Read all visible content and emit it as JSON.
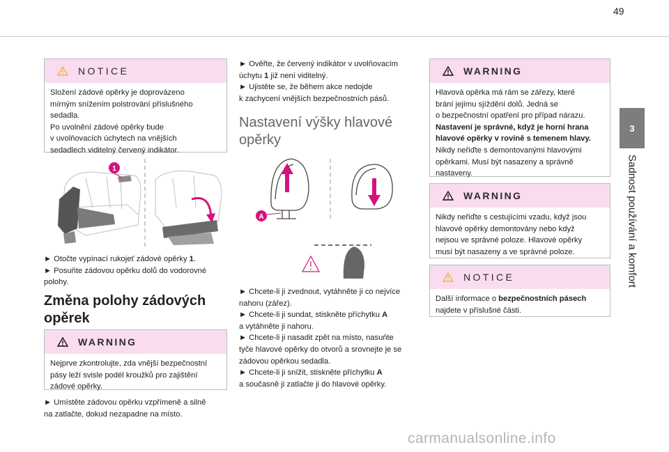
{
  "page": {
    "number": "49"
  },
  "chapter": {
    "tab": "3",
    "title": "Sadnost používání a komfort"
  },
  "col1": {
    "notice": {
      "title": "NOTICE",
      "lines": [
        "Složení zádové opěrky je doprovázeno",
        "mírným snížením polstrování příslušného",
        "sedadla.",
        "Po uvolnění zádové opěrky bude",
        "v uvolňovacích úchytech na vnějších",
        "sedadlech viditelný červený indikátor."
      ]
    },
    "figure_label": "1",
    "steps": [
      {
        "pre": "► Otočte vypínací rukojeť zádové opěrky ",
        "bold": "1",
        "post": "."
      },
      {
        "pre": "► Posuňte zádovou opěrku dolů do vodorovné",
        "bold": "",
        "post": ""
      },
      {
        "pre": "polohy.",
        "bold": "",
        "post": ""
      }
    ],
    "heading": [
      "Změna polohy zádových",
      "opěrek"
    ],
    "warning": {
      "title": "WARNING",
      "lines": [
        "Nejprve zkontrolujte, zda vnější bezpečnostní",
        "pásy leží svisle podél kroužků pro zajištění",
        "zádové opěrky."
      ]
    },
    "final_step": [
      "► Umístěte zádovou opěrku vzpřímeně a silně",
      "na zatlačte, dokud nezapadne na místo."
    ]
  },
  "col2": {
    "intro": [
      {
        "pre": "► Ověřte, že červený indikátor v uvolňovacím",
        "bold": "",
        "post": ""
      },
      {
        "pre": "úchytu ",
        "bold": "1",
        "post": " již není viditelný."
      },
      {
        "pre": "► Ujistěte se, že během akce nedojde",
        "bold": "",
        "post": ""
      },
      {
        "pre": "k zachycení vnějších bezpečnostních pásů.",
        "bold": "",
        "post": ""
      }
    ],
    "heading": [
      "Nastavení výšky hlavové",
      "opěrky"
    ],
    "figure_label": "A",
    "steps": [
      {
        "pre": "► Chcete-li ji zvednout, vytáhněte ji co nejvíce",
        "bold": "",
        "post": ""
      },
      {
        "pre": "nahoru (zářez).",
        "bold": "",
        "post": ""
      },
      {
        "pre": "► Chcete-li ji sundat, stiskněte příchytku ",
        "bold": "A",
        "post": ""
      },
      {
        "pre": "a vytáhněte ji nahoru.",
        "bold": "",
        "post": ""
      },
      {
        "pre": "► Chcete-li ji nasadit zpět na místo, nasuňte",
        "bold": "",
        "post": ""
      },
      {
        "pre": "tyče hlavové opěrky do otvorů a srovnejte je se",
        "bold": "",
        "post": ""
      },
      {
        "pre": "zádovou opěrkou sedadla.",
        "bold": "",
        "post": ""
      },
      {
        "pre": "► Chcete-li ji snížit, stiskněte příchytku ",
        "bold": "A",
        "post": ""
      },
      {
        "pre": "a současně ji zatlačte ji do hlavové opěrky.",
        "bold": "",
        "post": ""
      }
    ]
  },
  "col3": {
    "warning1": {
      "title": "WARNING",
      "lines": [
        {
          "text": "Hlavová opěrka má rám se zářezy, které",
          "bold": false
        },
        {
          "text": "brání jejímu sjíždění dolů. Jedná se",
          "bold": false
        },
        {
          "text": "o bezpečnostní opatření pro případ nárazu.",
          "bold": false
        },
        {
          "text": "Nastavení je správné, když je horní hrana",
          "bold": true
        },
        {
          "text": "hlavové opěrky v rovině s temenem hlavy.",
          "bold": true
        },
        {
          "text": "Nikdy neřiďte s demontovanými hlavovými",
          "bold": false
        },
        {
          "text": "opěrkami. Musí být nasazeny a správně",
          "bold": false
        },
        {
          "text": "nastaveny.",
          "bold": false
        }
      ]
    },
    "warning2": {
      "title": "WARNING",
      "lines": [
        "Nikdy neřiďte s cestujícími vzadu, když jsou",
        "hlavové opěrky demontovány nebo když",
        "nejsou ve správné poloze. Hlavové opěrky",
        "musí být nasazeny a ve správné poloze."
      ]
    },
    "notice": {
      "title": "NOTICE",
      "pre": "Další informace o ",
      "bold": "bezpečnostních pásech",
      "line2": "najdete v příslušné části."
    }
  },
  "watermark": "carmanualsonline.info",
  "colors": {
    "box_header": "#fadcf0",
    "accent_magenta": "#d4147c",
    "chapter_tab": "#7d7d7d"
  }
}
